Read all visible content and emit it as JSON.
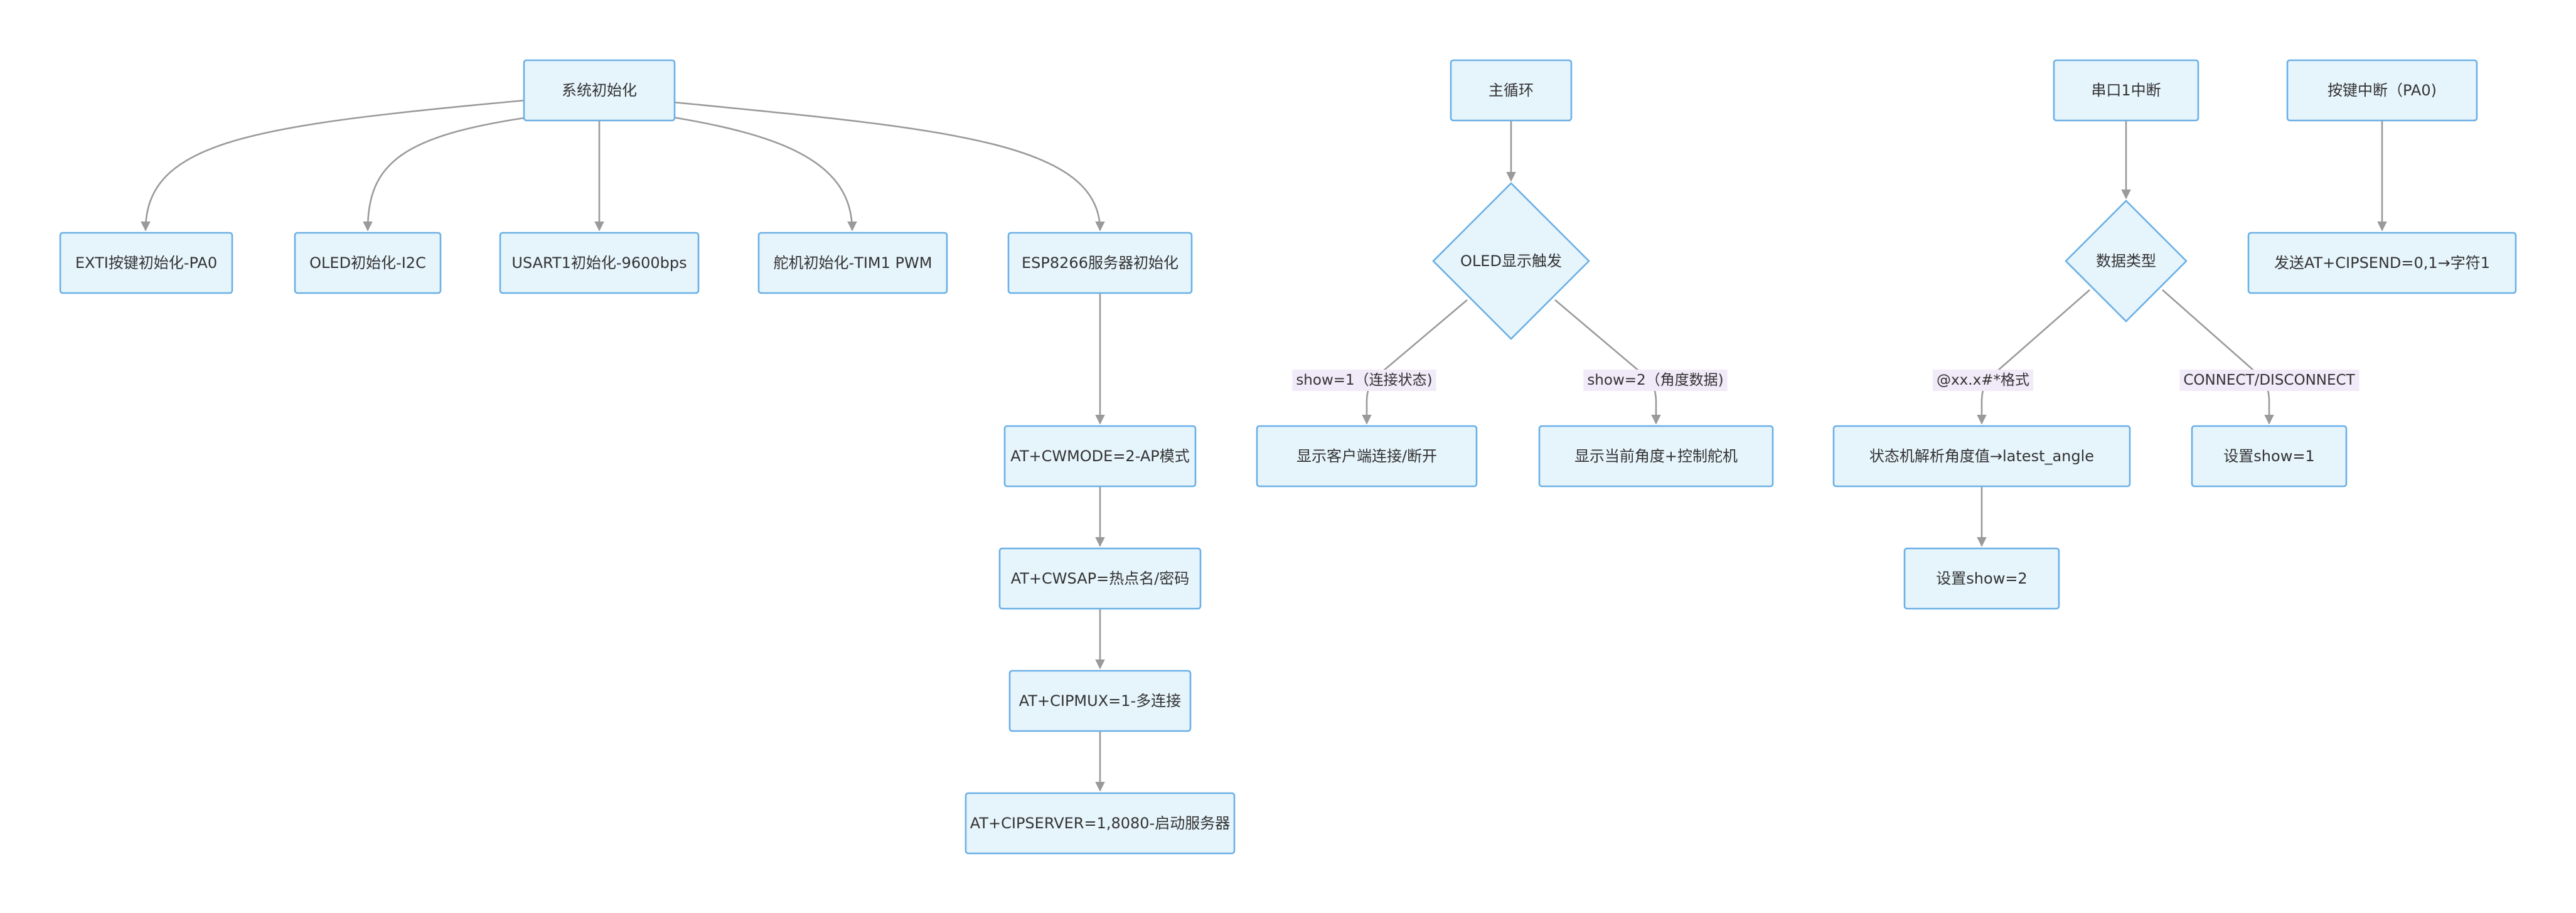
{
  "nodes": [
    {
      "id": "init",
      "label": "系统初始化"
    },
    {
      "id": "exti",
      "label": "EXTI按键初始化-PA0"
    },
    {
      "id": "oled_i2c",
      "label": "OLED初始化-I2C"
    },
    {
      "id": "usart",
      "label": "USART1初始化-9600bps"
    },
    {
      "id": "servo",
      "label": "舵机初始化-TIM1 PWM"
    },
    {
      "id": "esp",
      "label": "ESP8266服务器初始化"
    },
    {
      "id": "cwmode",
      "label": "AT+CWMODE=2-AP模式"
    },
    {
      "id": "cwsap",
      "label": "AT+CWSAP=热点名/密码"
    },
    {
      "id": "cipmux",
      "label": "AT+CIPMUX=1-多连接"
    },
    {
      "id": "cipserver",
      "label": "AT+CIPSERVER=1,8080-启动服务器"
    },
    {
      "id": "mainloop",
      "label": "主循环"
    },
    {
      "id": "oled_trigger",
      "label": "OLED显示触发"
    },
    {
      "id": "show_client",
      "label": "显示客户端连接/断开"
    },
    {
      "id": "show_angle",
      "label": "显示当前角度+控制舵机"
    },
    {
      "id": "uart_irq",
      "label": "串口1中断"
    },
    {
      "id": "data_type",
      "label": "数据类型"
    },
    {
      "id": "parse",
      "label": "状态机解析角度值→latest_angle"
    },
    {
      "id": "set_show2",
      "label": "设置show=2"
    },
    {
      "id": "set_show1",
      "label": "设置show=1"
    },
    {
      "id": "key_irq",
      "label": "按键中断（PA0)"
    },
    {
      "id": "send",
      "label": "发送AT+CIPSEND=0,1→字符1"
    }
  ],
  "edges": [
    {
      "from": "init",
      "to": "exti",
      "label": ""
    },
    {
      "from": "init",
      "to": "oled_i2c",
      "label": ""
    },
    {
      "from": "init",
      "to": "usart",
      "label": ""
    },
    {
      "from": "init",
      "to": "servo",
      "label": ""
    },
    {
      "from": "init",
      "to": "esp",
      "label": ""
    },
    {
      "from": "esp",
      "to": "cwmode",
      "label": ""
    },
    {
      "from": "cwmode",
      "to": "cwsap",
      "label": ""
    },
    {
      "from": "cwsap",
      "to": "cipmux",
      "label": ""
    },
    {
      "from": "cipmux",
      "to": "cipserver",
      "label": ""
    },
    {
      "from": "mainloop",
      "to": "oled_trigger",
      "label": ""
    },
    {
      "from": "oled_trigger",
      "to": "show_client",
      "label": "show=1（连接状态)"
    },
    {
      "from": "oled_trigger",
      "to": "show_angle",
      "label": "show=2（角度数据)"
    },
    {
      "from": "uart_irq",
      "to": "data_type",
      "label": ""
    },
    {
      "from": "data_type",
      "to": "parse",
      "label": "@xx.x#*格式"
    },
    {
      "from": "data_type",
      "to": "set_show1",
      "label": "CONNECT/DISCONNECT"
    },
    {
      "from": "parse",
      "to": "set_show2",
      "label": ""
    },
    {
      "from": "key_irq",
      "to": "send",
      "label": ""
    }
  ],
  "colors": {
    "node_fill": "#e6f4fc",
    "node_stroke": "#6ab0e6",
    "edge": "#9a9a9a",
    "edge_label_bg": "#f1eaf8",
    "text": "#333333"
  }
}
